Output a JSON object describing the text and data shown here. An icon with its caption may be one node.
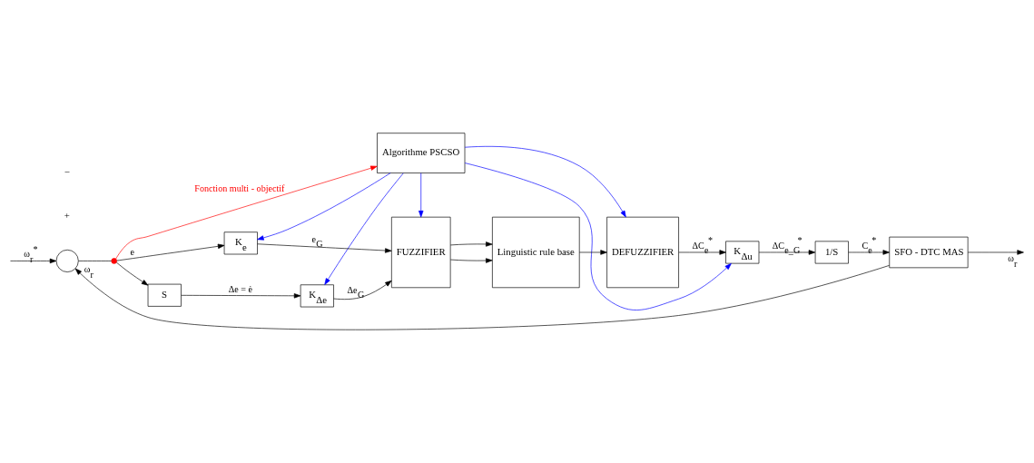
{
  "diagram": {
    "nodes": [
      {
        "text": [
          "Algorithme PSCSO"
        ]
      },
      {
        "text": [],
        "shape": "circle"
      },
      {
        "text": [],
        "shape": "dot"
      },
      {
        "text": [
          "K$_{e}$"
        ]
      },
      {
        "text": [
          "S"
        ]
      },
      {
        "text": [
          "K$_{Δe}$"
        ]
      },
      {
        "text": [
          "FUZZIFIER"
        ]
      },
      {
        "text": [
          "Linguistic rule base"
        ]
      },
      {
        "text": [
          "DEFUZZIFIER"
        ]
      },
      {
        "text": [
          "K$_{Δu}$"
        ]
      },
      {
        "text": [
          "1/S"
        ]
      },
      {
        "text": [
          "SFO - DTC MAS"
        ]
      }
    ],
    "edges": [
      {
        "from": null,
        "to": 1,
        "arrow": "to",
        "label": "ω$_{r}$$^{*}$"
      },
      {
        "from": 1,
        "to": 2,
        "arrow": "none"
      },
      {
        "from": 2,
        "to": 3,
        "arrow": "to",
        "label": "e"
      },
      {
        "from": 2,
        "to": 4,
        "arrow": "to"
      },
      {
        "from": 2,
        "to": 0,
        "arrow": "to",
        "label": "Fonction multi - objectif",
        "color": "#ff0000"
      },
      {
        "from": 4,
        "to": 5,
        "arrow": "to",
        "label": "Δe = ė"
      },
      {
        "from": 3,
        "to": 6,
        "arrow": "to",
        "label": "e$_{G}$"
      },
      {
        "from": 5,
        "to": 6,
        "arrow": "to",
        "label": "Δe$_{G}$"
      },
      {
        "from": 6,
        "to": 7,
        "arrow": "to"
      },
      {
        "from": 6,
        "to": 7,
        "arrow": "to"
      },
      {
        "from": 7,
        "to": 8,
        "arrow": "to"
      },
      {
        "from": 8,
        "to": 9,
        "arrow": "to",
        "label": "ΔC$_{e}$$^{*}$"
      },
      {
        "from": 9,
        "to": 10,
        "arrow": "to",
        "label": "ΔC$_{e_G}$$^{*}$"
      },
      {
        "from": 10,
        "to": 11,
        "arrow": "to",
        "label": "C$_{e}$$^{*}$"
      },
      {
        "from": 11,
        "to": 1,
        "arrow": "to",
        "label": "ω$_{r}$"
      },
      {
        "from": 11,
        "to": null,
        "arrow": "to",
        "label": "ω$_{r}$"
      },
      {
        "from": 0,
        "to": 3,
        "arrow": "to",
        "color": "#0000ff"
      },
      {
        "from": 0,
        "to": 5,
        "arrow": "to",
        "color": "#0000ff"
      },
      {
        "from": 0,
        "to": 6,
        "arrow": "to",
        "color": "#0000ff"
      },
      {
        "from": 0,
        "to": 8,
        "arrow": "to",
        "color": "#0000ff"
      },
      {
        "from": 0,
        "to": 9,
        "arrow": "to",
        "color": "#0000ff"
      }
    ],
    "labels": [
      "+",
      "−"
    ]
  }
}
